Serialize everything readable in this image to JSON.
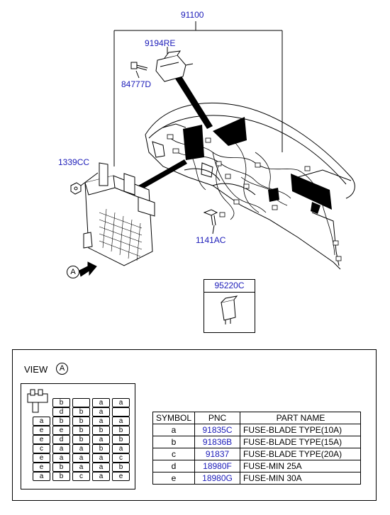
{
  "callouts": {
    "harness": "91100",
    "module": "9194RE",
    "screw": "84777D",
    "nut": "1339CC",
    "bolt": "1141AC",
    "relay": "95220C",
    "arrow_ref": "A"
  },
  "view": {
    "title": "VIEW",
    "ref": "A"
  },
  "fuse_grid": [
    [
      "",
      "b",
      "",
      "a",
      "a"
    ],
    [
      "",
      "d",
      "b",
      "a",
      ""
    ],
    [
      "a",
      "b",
      "b",
      "a",
      "a"
    ],
    [
      "e",
      "e",
      "b",
      "b",
      "b"
    ],
    [
      "e",
      "d",
      "b",
      "a",
      "b"
    ],
    [
      "c",
      "a",
      "a",
      "b",
      "a"
    ],
    [
      "e",
      "a",
      "a",
      "a",
      "c"
    ],
    [
      "e",
      "b",
      "a",
      "a",
      "b"
    ],
    [
      "a",
      "b",
      "c",
      "a",
      "e"
    ]
  ],
  "parts_table": {
    "headers": [
      "SYMBOL",
      "PNC",
      "PART NAME"
    ],
    "rows": [
      {
        "symbol": "a",
        "pnc": "91835C",
        "name": "FUSE-BLADE TYPE(10A)"
      },
      {
        "symbol": "b",
        "pnc": "91836B",
        "name": "FUSE-BLADE TYPE(15A)"
      },
      {
        "symbol": "c",
        "pnc": "91837",
        "name": "FUSE-BLADE TYPE(20A)"
      },
      {
        "symbol": "d",
        "pnc": "18980F",
        "name": "FUSE-MIN 25A"
      },
      {
        "symbol": "e",
        "pnc": "18980G",
        "name": "FUSE-MIN 30A"
      }
    ]
  },
  "colors": {
    "link": "#1a1ab8",
    "line": "#000000"
  }
}
